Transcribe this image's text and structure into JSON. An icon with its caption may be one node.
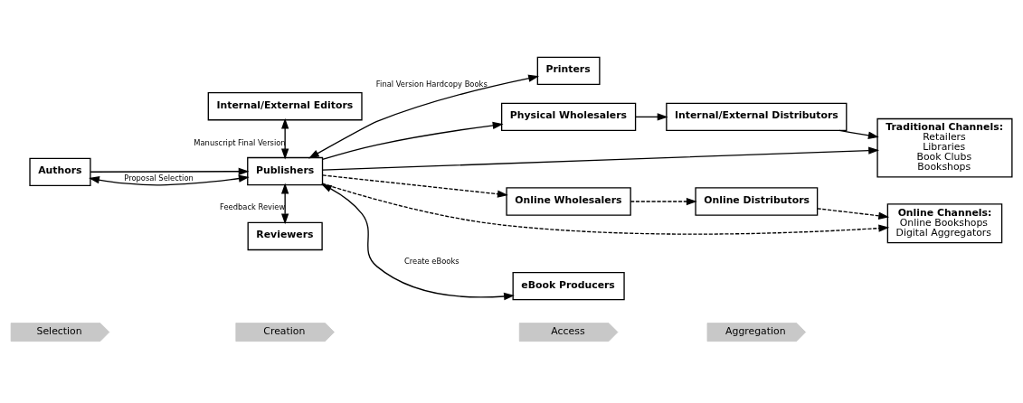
{
  "diagram": {
    "nodes": [
      {
        "text": [
          "Selection"
        ]
      },
      {
        "text": [
          "Creation"
        ]
      },
      {
        "text": [
          "Access"
        ]
      },
      {
        "text": [
          "Aggregation"
        ]
      },
      {
        "text": [
          "Internal/External Editors"
        ]
      },
      {
        "text": [
          "Printers"
        ]
      },
      {
        "text": [
          "Physical Wholesalers"
        ]
      },
      {
        "text": [
          "Internal/External Distributors"
        ]
      },
      {
        "text": [
          "Traditional Channels:",
          "Retailers",
          "Libraries",
          "Book Clubs",
          "Bookshops"
        ]
      },
      {
        "text": [
          "Authors"
        ]
      },
      {
        "text": [
          "Publishers"
        ]
      },
      {
        "text": [
          "Online Wholesalers"
        ]
      },
      {
        "text": [
          "Online Distributors"
        ]
      },
      {
        "text": [
          "Online Channels:",
          "Online Bookshops",
          "Digital Aggregators"
        ]
      },
      {
        "text": [
          "Reviewers"
        ]
      },
      {
        "text": [
          "eBook Producers"
        ]
      }
    ],
    "edges": [
      {
        "from": 9,
        "to": 10,
        "arrow": "to"
      },
      {
        "from": 9,
        "to": 10,
        "arrow": "both",
        "label": "Proposal Selection"
      },
      {
        "from": 4,
        "to": 10,
        "arrow": "both",
        "label": "Manuscript Final Version"
      },
      {
        "from": 10,
        "to": 5,
        "arrow": "both",
        "label": "Final Version Hardcopy Books"
      },
      {
        "from": 10,
        "to": 6,
        "arrow": "to"
      },
      {
        "from": 6,
        "to": 7,
        "arrow": "to"
      },
      {
        "from": 7,
        "to": 8,
        "arrow": "to"
      },
      {
        "from": 10,
        "to": 8,
        "arrow": "to"
      },
      {
        "from": 10,
        "to": 13,
        "arrow": "to",
        "style": "dashed"
      },
      {
        "from": 10,
        "to": 11,
        "arrow": "to",
        "style": "dashed"
      },
      {
        "from": 11,
        "to": 12,
        "arrow": "to",
        "style": "dashed"
      },
      {
        "from": 12,
        "to": 13,
        "arrow": "to",
        "style": "dashed"
      },
      {
        "from": 10,
        "to": 14,
        "arrow": "both",
        "label": "Feedback Review"
      },
      {
        "from": 10,
        "to": 15,
        "arrow": "both",
        "label": "Create eBooks"
      }
    ]
  }
}
